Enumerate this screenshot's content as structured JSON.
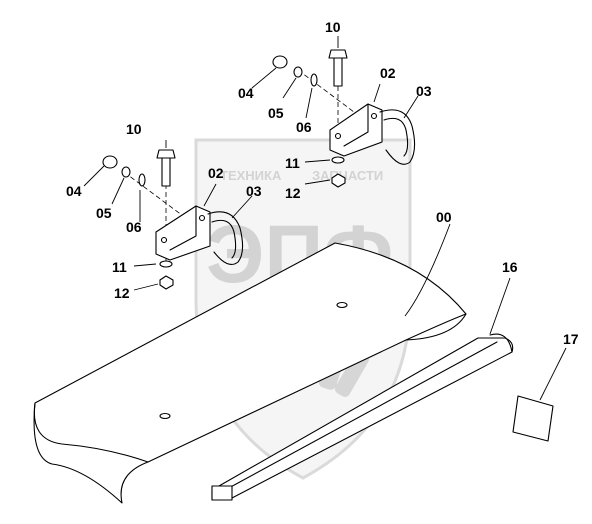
{
  "watermark": {
    "line1": "ТЕХНИКА",
    "line2": "ЗАПЧАСТИ",
    "logo": "ЭПФ"
  },
  "labels": {
    "p00": "00",
    "p02a": "02",
    "p03a": "03",
    "p04a": "04",
    "p05a": "05",
    "p06a": "06",
    "p10a": "10",
    "p11a": "11",
    "p12a": "12",
    "p02b": "02",
    "p03b": "03",
    "p04b": "04",
    "p05b": "05",
    "p06b": "06",
    "p10b": "10",
    "p11b": "11",
    "p12b": "12",
    "p16": "16",
    "p17": "17"
  }
}
